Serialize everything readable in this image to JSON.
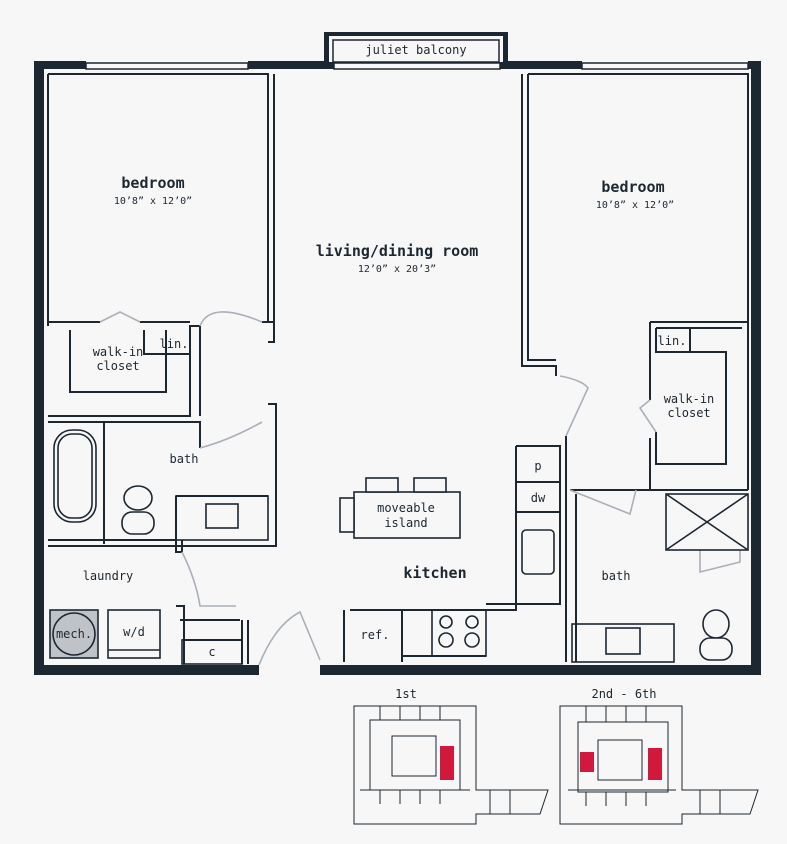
{
  "rooms": {
    "juliet_balcony": "juliet balcony",
    "bedroom_left": {
      "name": "bedroom",
      "dims": "10’8” x 12’0”"
    },
    "bedroom_right": {
      "name": "bedroom",
      "dims": "10’8” x 12’0”"
    },
    "living": {
      "name": "living/dining room",
      "dims": "12’0” x 20’3”"
    },
    "walkin_left": [
      "walk-in",
      "closet"
    ],
    "walkin_right": [
      "walk-in",
      "closet"
    ],
    "lin_left": "lin.",
    "lin_right": "lin.",
    "bath_left": "bath",
    "bath_right": "bath",
    "laundry": "laundry",
    "mech": "mech.",
    "wd": "w/d",
    "c": "c",
    "kitchen": "kitchen",
    "island": [
      "moveable",
      "island"
    ],
    "p": "p",
    "dw": "dw",
    "ref": "ref."
  },
  "keyplans": {
    "first": "1st",
    "upper": "2nd - 6th"
  },
  "colors": {
    "wall": "#1d2732",
    "door_swing": "#aab0b8",
    "highlight": "#d1193e",
    "mech": "#bfc3c8"
  }
}
